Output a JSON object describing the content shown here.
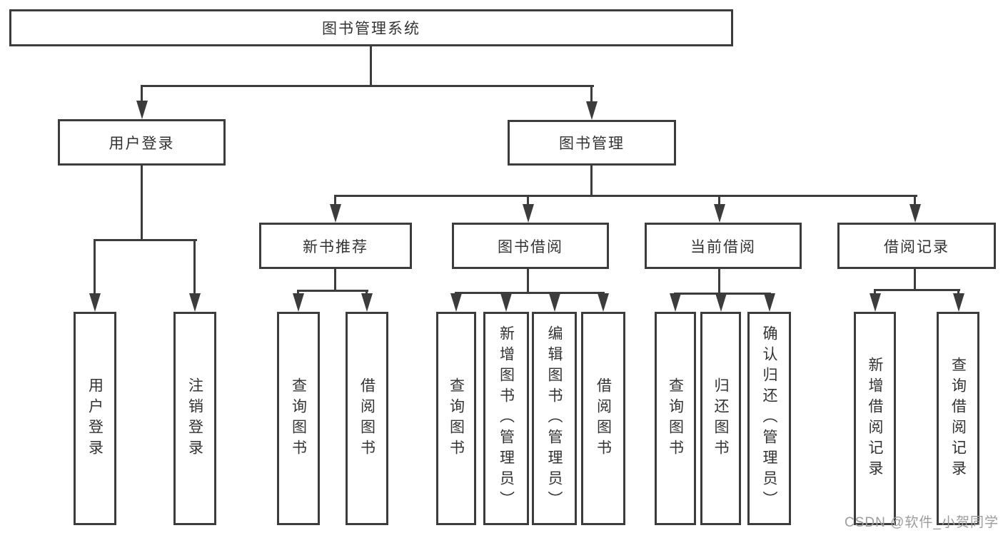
{
  "diagram": {
    "root": {
      "label": "图书管理系统"
    },
    "level2": {
      "user_login": {
        "label": "用户登录"
      },
      "book_mgmt": {
        "label": "图书管理"
      }
    },
    "level3": {
      "new_book": {
        "label": "新书推荐"
      },
      "book_borrow": {
        "label": "图书借阅"
      },
      "current_borrow": {
        "label": "当前借阅"
      },
      "borrow_record": {
        "label": "借阅记录"
      }
    },
    "leaves": {
      "user_login": [
        "用户登录",
        "注销登录"
      ],
      "new_book": [
        "查询图书",
        "借阅图书"
      ],
      "book_borrow": [
        "查询图书",
        "新增图书（管理员）",
        "编辑图书（管理员）",
        "借阅图书"
      ],
      "current_borrow": [
        "查询图书",
        "归还图书",
        "确认归还（管理员）"
      ],
      "borrow_record": [
        "新增借阅记录",
        "查询借阅记录"
      ]
    }
  },
  "watermark": "CSDN @软件_小贺同学",
  "colors": {
    "line": "#3c3c3c",
    "text": "#333333",
    "bg": "#ffffff",
    "watermark": "#9c9c9c"
  }
}
